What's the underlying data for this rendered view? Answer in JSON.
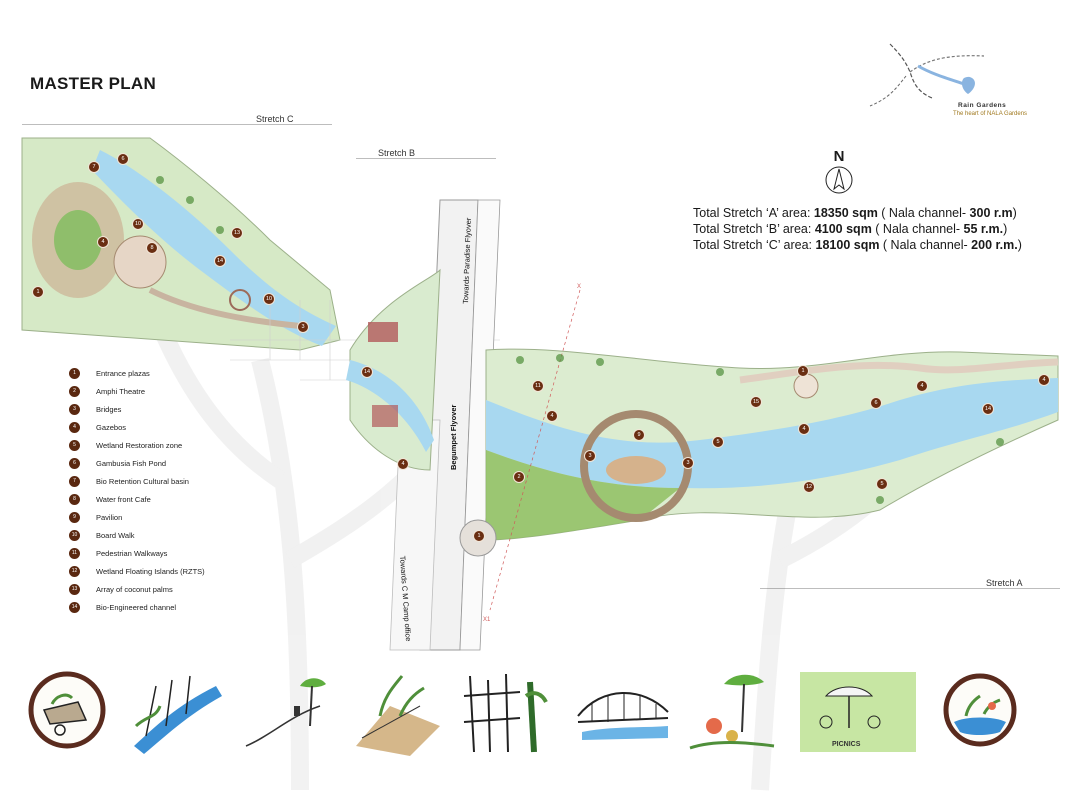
{
  "title": "MASTER PLAN",
  "stretch_labels": {
    "a": "Stretch A",
    "b": "Stretch B",
    "c": "Stretch C"
  },
  "logo": {
    "name": "Rain Gardens",
    "tagline": "The heart of NALA Gardens"
  },
  "north_label": "N",
  "areas": [
    {
      "lead": "Total Stretch ‘A’ area: ",
      "area": "18350 sqm",
      "mid": " ( Nala channel- ",
      "length": "300 r.m",
      "tail": ")"
    },
    {
      "lead": "Total Stretch ‘B’  area: ",
      "area": "4100 sqm",
      "mid": "   ( Nala channel-  ",
      "length": "55  r.m.",
      "tail": ")"
    },
    {
      "lead": "Total Stretch ‘C’ area: ",
      "area": "18100 sqm",
      "mid": " ( Nala channel- ",
      "length": "200 r.m.",
      "tail": ")"
    }
  ],
  "roads": {
    "flyover": "Begumpet Flyover",
    "paradise": "Towards Paradise Flyover",
    "camp": "Towards C M Camp office"
  },
  "section_marks": {
    "x": "X",
    "x1": "X1"
  },
  "legend": [
    {
      "num": "1",
      "label": "Entrance plazas"
    },
    {
      "num": "2",
      "label": "Amphi Theatre"
    },
    {
      "num": "3",
      "label": "Bridges"
    },
    {
      "num": "4",
      "label": "Gazebos"
    },
    {
      "num": "5",
      "label": "Wetland Restoration zone"
    },
    {
      "num": "6",
      "label": "Gambusia Fish Pond"
    },
    {
      "num": "7",
      "label": "Bio Retention Cultural basin"
    },
    {
      "num": "8",
      "label": "Water front Cafe"
    },
    {
      "num": "9",
      "label": "Pavilion"
    },
    {
      "num": "10",
      "label": "Board Walk"
    },
    {
      "num": "11",
      "label": "Pedestrian Walkways"
    },
    {
      "num": "12",
      "label": "Wetland Floating Islands (RZTS)"
    },
    {
      "num": "13",
      "label": "Array of coconut palms"
    },
    {
      "num": "14",
      "label": "Bio-Engineered channel"
    }
  ],
  "map_markers": [
    "7",
    "6",
    "10",
    "13",
    "4",
    "8",
    "14",
    "1",
    "10",
    "3",
    "14",
    "4",
    "11",
    "4",
    "9",
    "3",
    "3",
    "5",
    "2",
    "1",
    "1",
    "15",
    "4",
    "6",
    "4",
    "14",
    "12",
    "5",
    "4"
  ],
  "sketch_caption": "PICNICS",
  "colors": {
    "marker": "#5a2810",
    "water": "#9fd3ee",
    "green": "#7fb65a",
    "path": "#d8c8b8",
    "logo_blue": "#8ab4e0"
  }
}
